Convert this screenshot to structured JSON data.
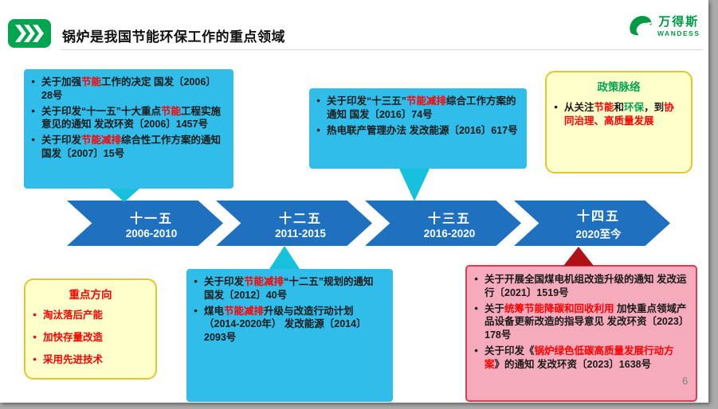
{
  "colors": {
    "red": "#FF0000",
    "green": "#00A64F"
  },
  "slide": {
    "title": "锅炉是我国节能环保工作的重点领域",
    "page_number": "6"
  },
  "logo": {
    "name": "万得斯",
    "latin": "WANDESS"
  },
  "timeline": {
    "periods": [
      {
        "name": "十一五",
        "years": "2006-2010"
      },
      {
        "name": "十二五",
        "years": "2011-2015"
      },
      {
        "name": "十三五",
        "years": "2016-2020"
      },
      {
        "name": "十四五",
        "years": "2020至今"
      }
    ]
  },
  "boxes": {
    "plan11": {
      "items": [
        [
          {
            "t": "关于加强"
          },
          {
            "t": "节能",
            "c": "red"
          },
          {
            "t": "工作的决定  国发〔2006〕28号"
          }
        ],
        [
          {
            "t": "关于印发“十一五”十大重点"
          },
          {
            "t": "节能",
            "c": "red"
          },
          {
            "t": "工程实施意见的通知  发改环资〔2006〕1457号"
          }
        ],
        [
          {
            "t": "关于印发"
          },
          {
            "t": "节能减排",
            "c": "red"
          },
          {
            "t": "综合性工作方案的通知  国发〔2007〕15号"
          }
        ]
      ]
    },
    "plan13": {
      "items": [
        [
          {
            "t": "关于印发“十三五”"
          },
          {
            "t": "节能减排",
            "c": "red"
          },
          {
            "t": "综合工作方案的通知  国发〔2016〕74号"
          }
        ],
        [
          {
            "t": "热电联产管理办法  发改能源〔2016〕617号"
          }
        ]
      ]
    },
    "policy": {
      "title": "政策脉络",
      "items": [
        [
          {
            "t": "从关注"
          },
          {
            "t": "节能",
            "c": "red"
          },
          {
            "t": "和"
          },
          {
            "t": "环保",
            "c": "green"
          },
          {
            "t": "，到"
          },
          {
            "t": "协同治理、高质量发展",
            "c": "red"
          }
        ]
      ]
    },
    "focus": {
      "title": "重点方向",
      "items": [
        [
          {
            "t": "淘汰落后产能",
            "c": "red"
          }
        ],
        [
          {
            "t": "加快存量改造",
            "c": "red"
          }
        ],
        [
          {
            "t": "采用先进技术",
            "c": "red"
          }
        ]
      ]
    },
    "plan12": {
      "items": [
        [
          {
            "t": "关于印发"
          },
          {
            "t": "节能减排",
            "c": "red"
          },
          {
            "t": "“十二五”规划的通知  国发〔2012〕40号"
          }
        ],
        [
          {
            "t": "煤电"
          },
          {
            "t": "节能减排",
            "c": "red"
          },
          {
            "t": "升级与改造行动计划（2014-2020年）  发改能源〔2014〕2093号"
          }
        ]
      ]
    },
    "plan14": {
      "items": [
        [
          {
            "t": "关于开展全国煤电机组改造升级的通知 发改运行〔2021〕1519号"
          }
        ],
        [
          {
            "t": "关于"
          },
          {
            "t": "统筹节能降碳和回收利用",
            "c": "red"
          },
          {
            "t": " 加快重点领域产品设备更新改造的指导意见 发改环资〔2023〕178号"
          }
        ],
        [
          {
            "t": "关于印发《"
          },
          {
            "t": "锅炉绿色低碳高质量发展行动方案",
            "c": "red"
          },
          {
            "t": "》的通知  发改环资〔2023〕1638号"
          }
        ]
      ]
    }
  }
}
